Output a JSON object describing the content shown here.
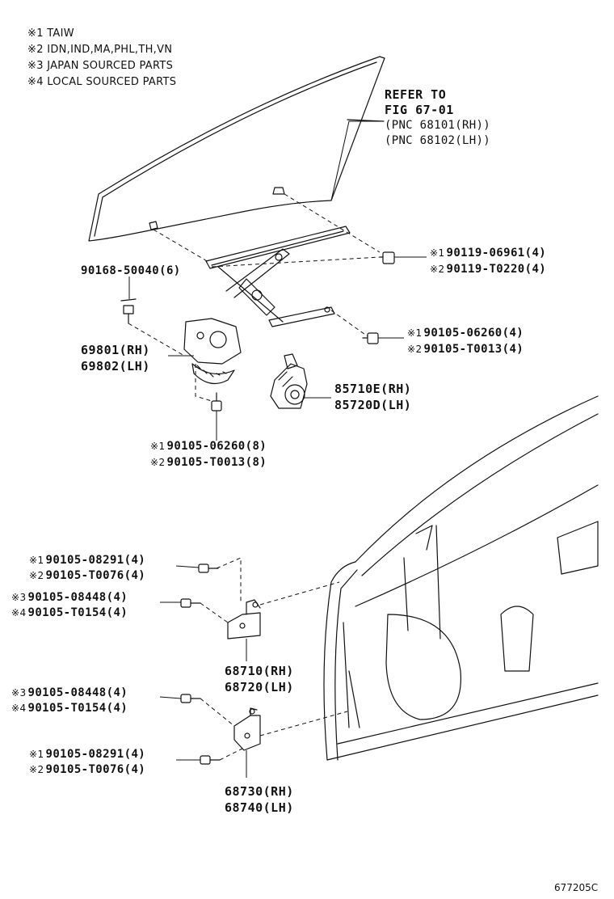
{
  "notes": [
    {
      "mark": "※1",
      "text": "TAIW"
    },
    {
      "mark": "※2",
      "text": "IDN,IND,MA,PHL,TH,VN"
    },
    {
      "mark": "※3",
      "text": "JAPAN SOURCED PARTS"
    },
    {
      "mark": "※4",
      "text": "LOCAL SOURCED PARTS"
    }
  ],
  "reference": {
    "line1": "REFER TO",
    "line2": "FIG 67-01",
    "line3": "(PNC 68101(RH))",
    "line4": "(PNC 68102(LH))"
  },
  "parts": {
    "bolt_top_1": {
      "mark": "※1",
      "text": "90119-06961(4)"
    },
    "bolt_top_2": {
      "mark": "※2",
      "text": "90119-T0220(4)"
    },
    "bolt_6": {
      "text": "90168-50040(6)"
    },
    "bolt_mid_1": {
      "mark": "※1",
      "text": "90105-06260(4)"
    },
    "bolt_mid_2": {
      "mark": "※2",
      "text": "90105-T0013(4)"
    },
    "regulator_rh": {
      "text": "69801(RH)"
    },
    "regulator_lh": {
      "text": "69802(LH)"
    },
    "motor_rh": {
      "text": "85710E(RH)"
    },
    "motor_lh": {
      "text": "85720D(LH)"
    },
    "bolt_low_1": {
      "mark": "※1",
      "text": "90105-06260(8)"
    },
    "bolt_low_2": {
      "mark": "※2",
      "text": "90105-T0013(8)"
    },
    "h1_bolt_a1": {
      "mark": "※1",
      "text": "90105-08291(4)"
    },
    "h1_bolt_a2": {
      "mark": "※2",
      "text": "90105-T0076(4)"
    },
    "h1_bolt_b3": {
      "mark": "※3",
      "text": "90105-08448(4)"
    },
    "h1_bolt_b4": {
      "mark": "※4",
      "text": "90105-T0154(4)"
    },
    "hinge_upper_rh": {
      "text": "68710(RH)"
    },
    "hinge_upper_lh": {
      "text": "68720(LH)"
    },
    "h2_bolt_a3": {
      "mark": "※3",
      "text": "90105-08448(4)"
    },
    "h2_bolt_a4": {
      "mark": "※4",
      "text": "90105-T0154(4)"
    },
    "h2_bolt_b1": {
      "mark": "※1",
      "text": "90105-08291(4)"
    },
    "h2_bolt_b2": {
      "mark": "※2",
      "text": "90105-T0076(4)"
    },
    "hinge_lower_rh": {
      "text": "68730(RH)"
    },
    "hinge_lower_lh": {
      "text": "68740(LH)"
    }
  },
  "figure_id": "677205C"
}
